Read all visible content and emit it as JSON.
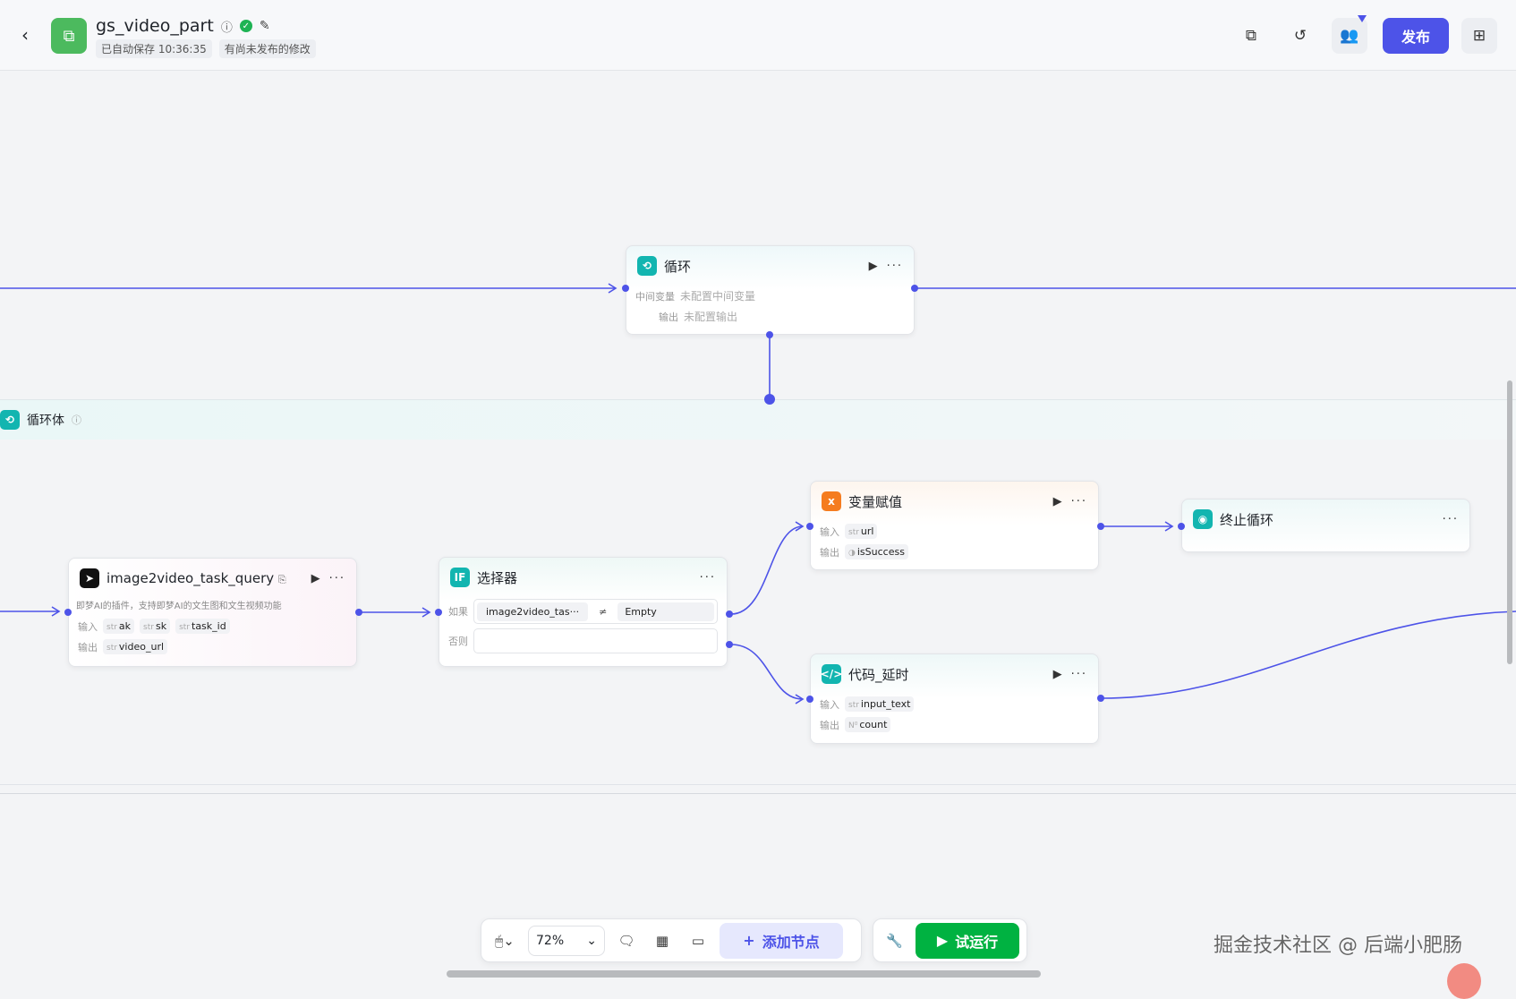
{
  "header": {
    "title": "gs_video_part",
    "autosave": "已自动保存 10:36:35",
    "unpublished": "有尚未发布的修改",
    "publish": "发布"
  },
  "loop_node": {
    "title": "循环",
    "rows": [
      {
        "label": "中间变量",
        "value": "未配置中间变量"
      },
      {
        "label": "输出",
        "value": "未配置输出"
      }
    ]
  },
  "loop_body": {
    "title": "循环体"
  },
  "plugin_node": {
    "title": "image2video_task_query",
    "desc": "即梦AI的插件，支持即梦AI的文生图和文生视频功能",
    "input_label": "输入",
    "inputs": [
      {
        "type": "str",
        "name": "ak"
      },
      {
        "type": "str",
        "name": "sk"
      },
      {
        "type": "str",
        "name": "task_id"
      }
    ],
    "output_label": "输出",
    "outputs": [
      {
        "type": "str",
        "name": "video_url"
      }
    ]
  },
  "selector_node": {
    "title": "选择器",
    "if_label": "如果",
    "else_label": "否则",
    "condition_left": "image2video_tas···",
    "operator": "≠",
    "condition_right": "Empty"
  },
  "assign_node": {
    "title": "变量赋值",
    "input_label": "输入",
    "input": {
      "type": "str",
      "name": "url"
    },
    "output_label": "输出",
    "output": {
      "type": "◑",
      "name": "isSuccess"
    }
  },
  "break_node": {
    "title": "终止循环"
  },
  "code_node": {
    "title": "代码_延时",
    "input_label": "输入",
    "input": {
      "type": "str",
      "name": "input_text"
    },
    "output_label": "输出",
    "output": {
      "type": "N⁰",
      "name": "count"
    }
  },
  "toolbar": {
    "zoom": "72%",
    "add_node": "添加节点",
    "test_run": "试运行"
  },
  "watermark": "掘金技术社区 @ 后端小肥肠",
  "colors": {
    "accent": "#4d53e8",
    "run": "#00b241",
    "loop": "#12b5b0",
    "assign": "#f57c1f"
  }
}
